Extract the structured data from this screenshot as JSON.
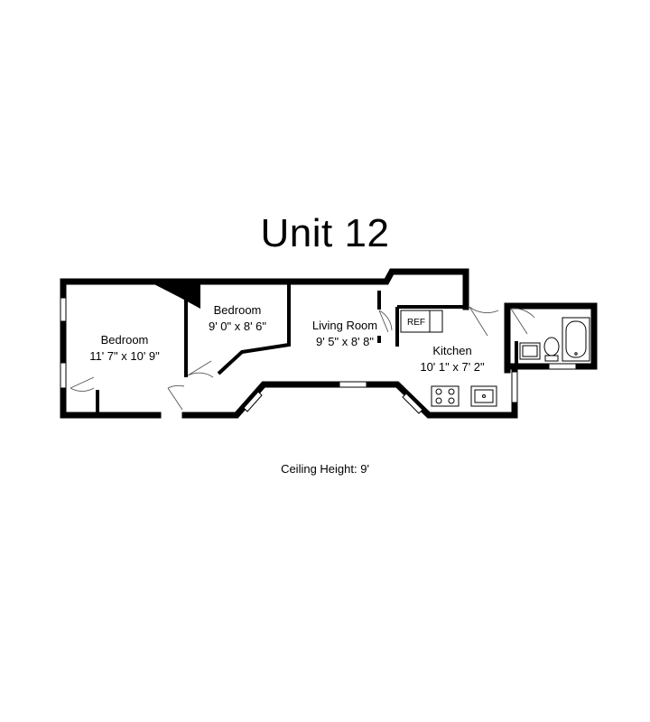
{
  "title": "Unit 12",
  "rooms": [
    {
      "name": "Bedroom",
      "dimensions": "11' 7\" x 10' 9\""
    },
    {
      "name": "Bedroom",
      "dimensions": "9' 0\" x 8' 6\""
    },
    {
      "name": "Living Room",
      "dimensions": "9' 5\" x 8' 8\""
    },
    {
      "name": "Kitchen",
      "dimensions": "10' 1\" x 7' 2\""
    }
  ],
  "fixtures": {
    "refrigerator": "REF"
  },
  "ceiling_note": "Ceiling Height: 9'"
}
